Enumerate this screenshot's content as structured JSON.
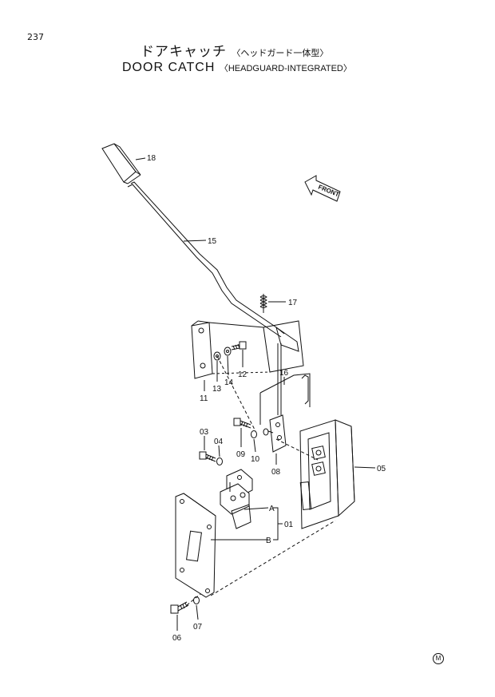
{
  "page_number": "237",
  "title": {
    "jp": "ドアキャッチ",
    "jp_sub": "〈ヘッドガード一体型〉",
    "en": "DOOR CATCH",
    "en_sub": "〈HEADGUARD-INTEGRATED〉"
  },
  "front_arrow_label": "FRONT",
  "callouts": {
    "p18": "18",
    "p15": "15",
    "p17": "17",
    "p16": "16",
    "p11": "11",
    "p13": "13",
    "p14": "14",
    "p12": "12",
    "p03": "03",
    "p04": "04",
    "p09": "09",
    "p10": "10",
    "p08": "08",
    "p05": "05",
    "pA": "A",
    "pB": "B",
    "p01": "01",
    "p06": "06",
    "p07": "07"
  },
  "corner_mark": "M"
}
